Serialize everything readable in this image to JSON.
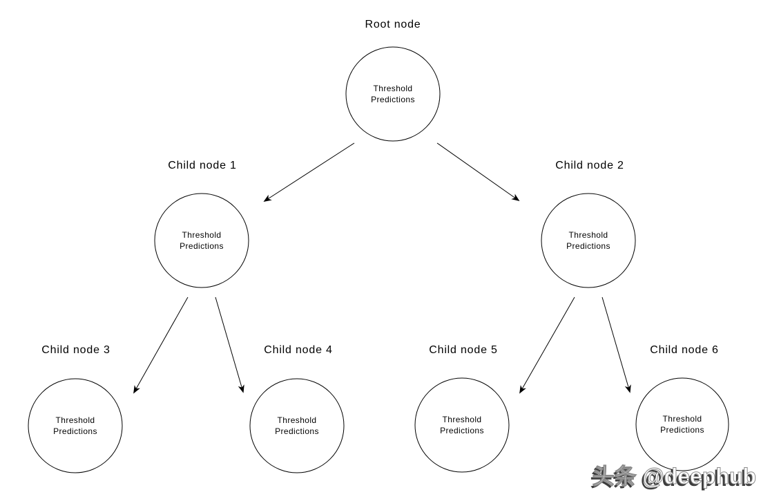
{
  "diagram": {
    "background_color": "#ffffff",
    "line_color": "#000000",
    "text_color": "#000000",
    "nodes": [
      {
        "id": "root",
        "label": "Root node",
        "text_lines": [
          "Threshold",
          "Predictions"
        ]
      },
      {
        "id": "child-1",
        "label": "Child node 1",
        "text_lines": [
          "Threshold",
          "Predictions"
        ]
      },
      {
        "id": "child-2",
        "label": "Child node 2",
        "text_lines": [
          "Threshold",
          "Predictions"
        ]
      },
      {
        "id": "child-3",
        "label": "Child node 3",
        "text_lines": [
          "Threshold",
          "Predictions"
        ]
      },
      {
        "id": "child-4",
        "label": "Child node 4",
        "text_lines": [
          "Threshold",
          "Predictions"
        ]
      },
      {
        "id": "child-5",
        "label": "Child node 5",
        "text_lines": [
          "Threshold",
          "Predictions"
        ]
      },
      {
        "id": "child-6",
        "label": "Child node 6",
        "text_lines": [
          "Threshold",
          "Predictions"
        ]
      }
    ],
    "edges": [
      {
        "from": "root",
        "to": "child-1"
      },
      {
        "from": "root",
        "to": "child-2"
      },
      {
        "from": "child-1",
        "to": "child-3"
      },
      {
        "from": "child-1",
        "to": "child-4"
      },
      {
        "from": "child-2",
        "to": "child-5"
      },
      {
        "from": "child-2",
        "to": "child-6"
      }
    ],
    "watermark": {
      "text": "头条 @deephub",
      "fill_color": "#ffffff",
      "shadow_color": "#3d3d3d"
    }
  }
}
